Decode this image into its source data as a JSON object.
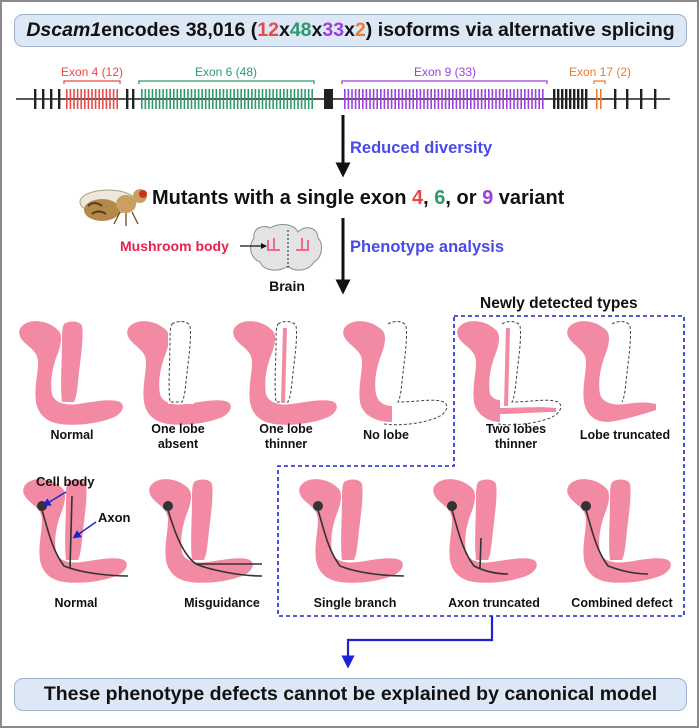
{
  "colors": {
    "exon4": "#e84a4a",
    "exon6": "#2e9a6c",
    "exon9": "#9b3fe0",
    "exon17": "#ee7a2e",
    "accent_text": "#4a4ae6",
    "mushroom_body": "#f38aa3",
    "mushroom_label": "#e8214e",
    "banner_bg": "#dde8f7",
    "dashed_box": "#1a24d4"
  },
  "title": {
    "gene": "Dscam1",
    "text_before": " encodes 38,016 (",
    "n4": "12",
    "x1": "x",
    "n6": "48",
    "x2": "x",
    "n9": "33",
    "x3": "x",
    "n17": "2",
    "text_after": ") isoforms via alternative splicing"
  },
  "gene_map": {
    "exon4_label": "Exon 4 (12)",
    "exon6_label": "Exon 6 (48)",
    "exon9_label": "Exon 9 (33)",
    "exon17_label": "Exon 17 (2)"
  },
  "steps": {
    "reduced_diversity": "Reduced diversity",
    "phenotype_analysis": "Phenotype analysis"
  },
  "mutants": {
    "prefix": "Mutants with a single exon ",
    "e4": "4",
    "sep1": ", ",
    "e6": "6",
    "sep2": ", or ",
    "e9": "9",
    "suffix": " variant"
  },
  "brain": {
    "mushroom_body_label": "Mushroom body",
    "brain_label": "Brain"
  },
  "new_types_header": "Newly detected types",
  "lobe_phenotypes": [
    {
      "label": "Normal"
    },
    {
      "label": "One lobe absent"
    },
    {
      "label": "One lobe thinner"
    },
    {
      "label": "No lobe"
    },
    {
      "label": "Two lobes thinner"
    },
    {
      "label": "Lobe truncated"
    }
  ],
  "axon_annotations": {
    "cell_body": "Cell body",
    "axon": "Axon"
  },
  "axon_phenotypes": [
    {
      "label": "Normal"
    },
    {
      "label": "Misguidance"
    },
    {
      "label": "Single branch"
    },
    {
      "label": "Axon truncated"
    },
    {
      "label": "Combined defect"
    }
  ],
  "conclusion": "These phenotype defects cannot be explained by canonical model"
}
